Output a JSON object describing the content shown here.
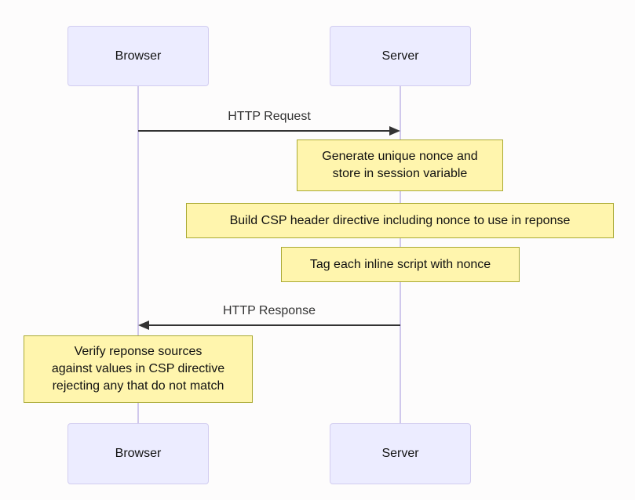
{
  "diagram": {
    "type": "sequence-diagram",
    "colors": {
      "background": "#fdfcfc",
      "actor_fill": "#ECECFF",
      "actor_border": "#d2cdf0",
      "lifeline": "#d0c8ec",
      "note_fill": "#fff5ad",
      "note_border": "#aaaa33",
      "message": "#333333"
    },
    "actors": [
      {
        "id": "browser",
        "label": "Browser"
      },
      {
        "id": "server",
        "label": "Server"
      }
    ],
    "messages": [
      {
        "label": "HTTP Request",
        "from": "browser",
        "to": "server",
        "arrow": "solid-right"
      },
      {
        "label": "HTTP Response",
        "from": "server",
        "to": "browser",
        "arrow": "solid-left"
      }
    ],
    "notes": [
      {
        "over": "server",
        "text": "Generate unique nonce and\nstore in session variable"
      },
      {
        "over": "server",
        "text": "Build CSP header directive including nonce to use in reponse"
      },
      {
        "over": "server",
        "text": "Tag each inline script with nonce"
      },
      {
        "over": "browser",
        "text": "Verify reponse sources\nagainst values in CSP directive\nrejecting any that do not match"
      }
    ]
  }
}
